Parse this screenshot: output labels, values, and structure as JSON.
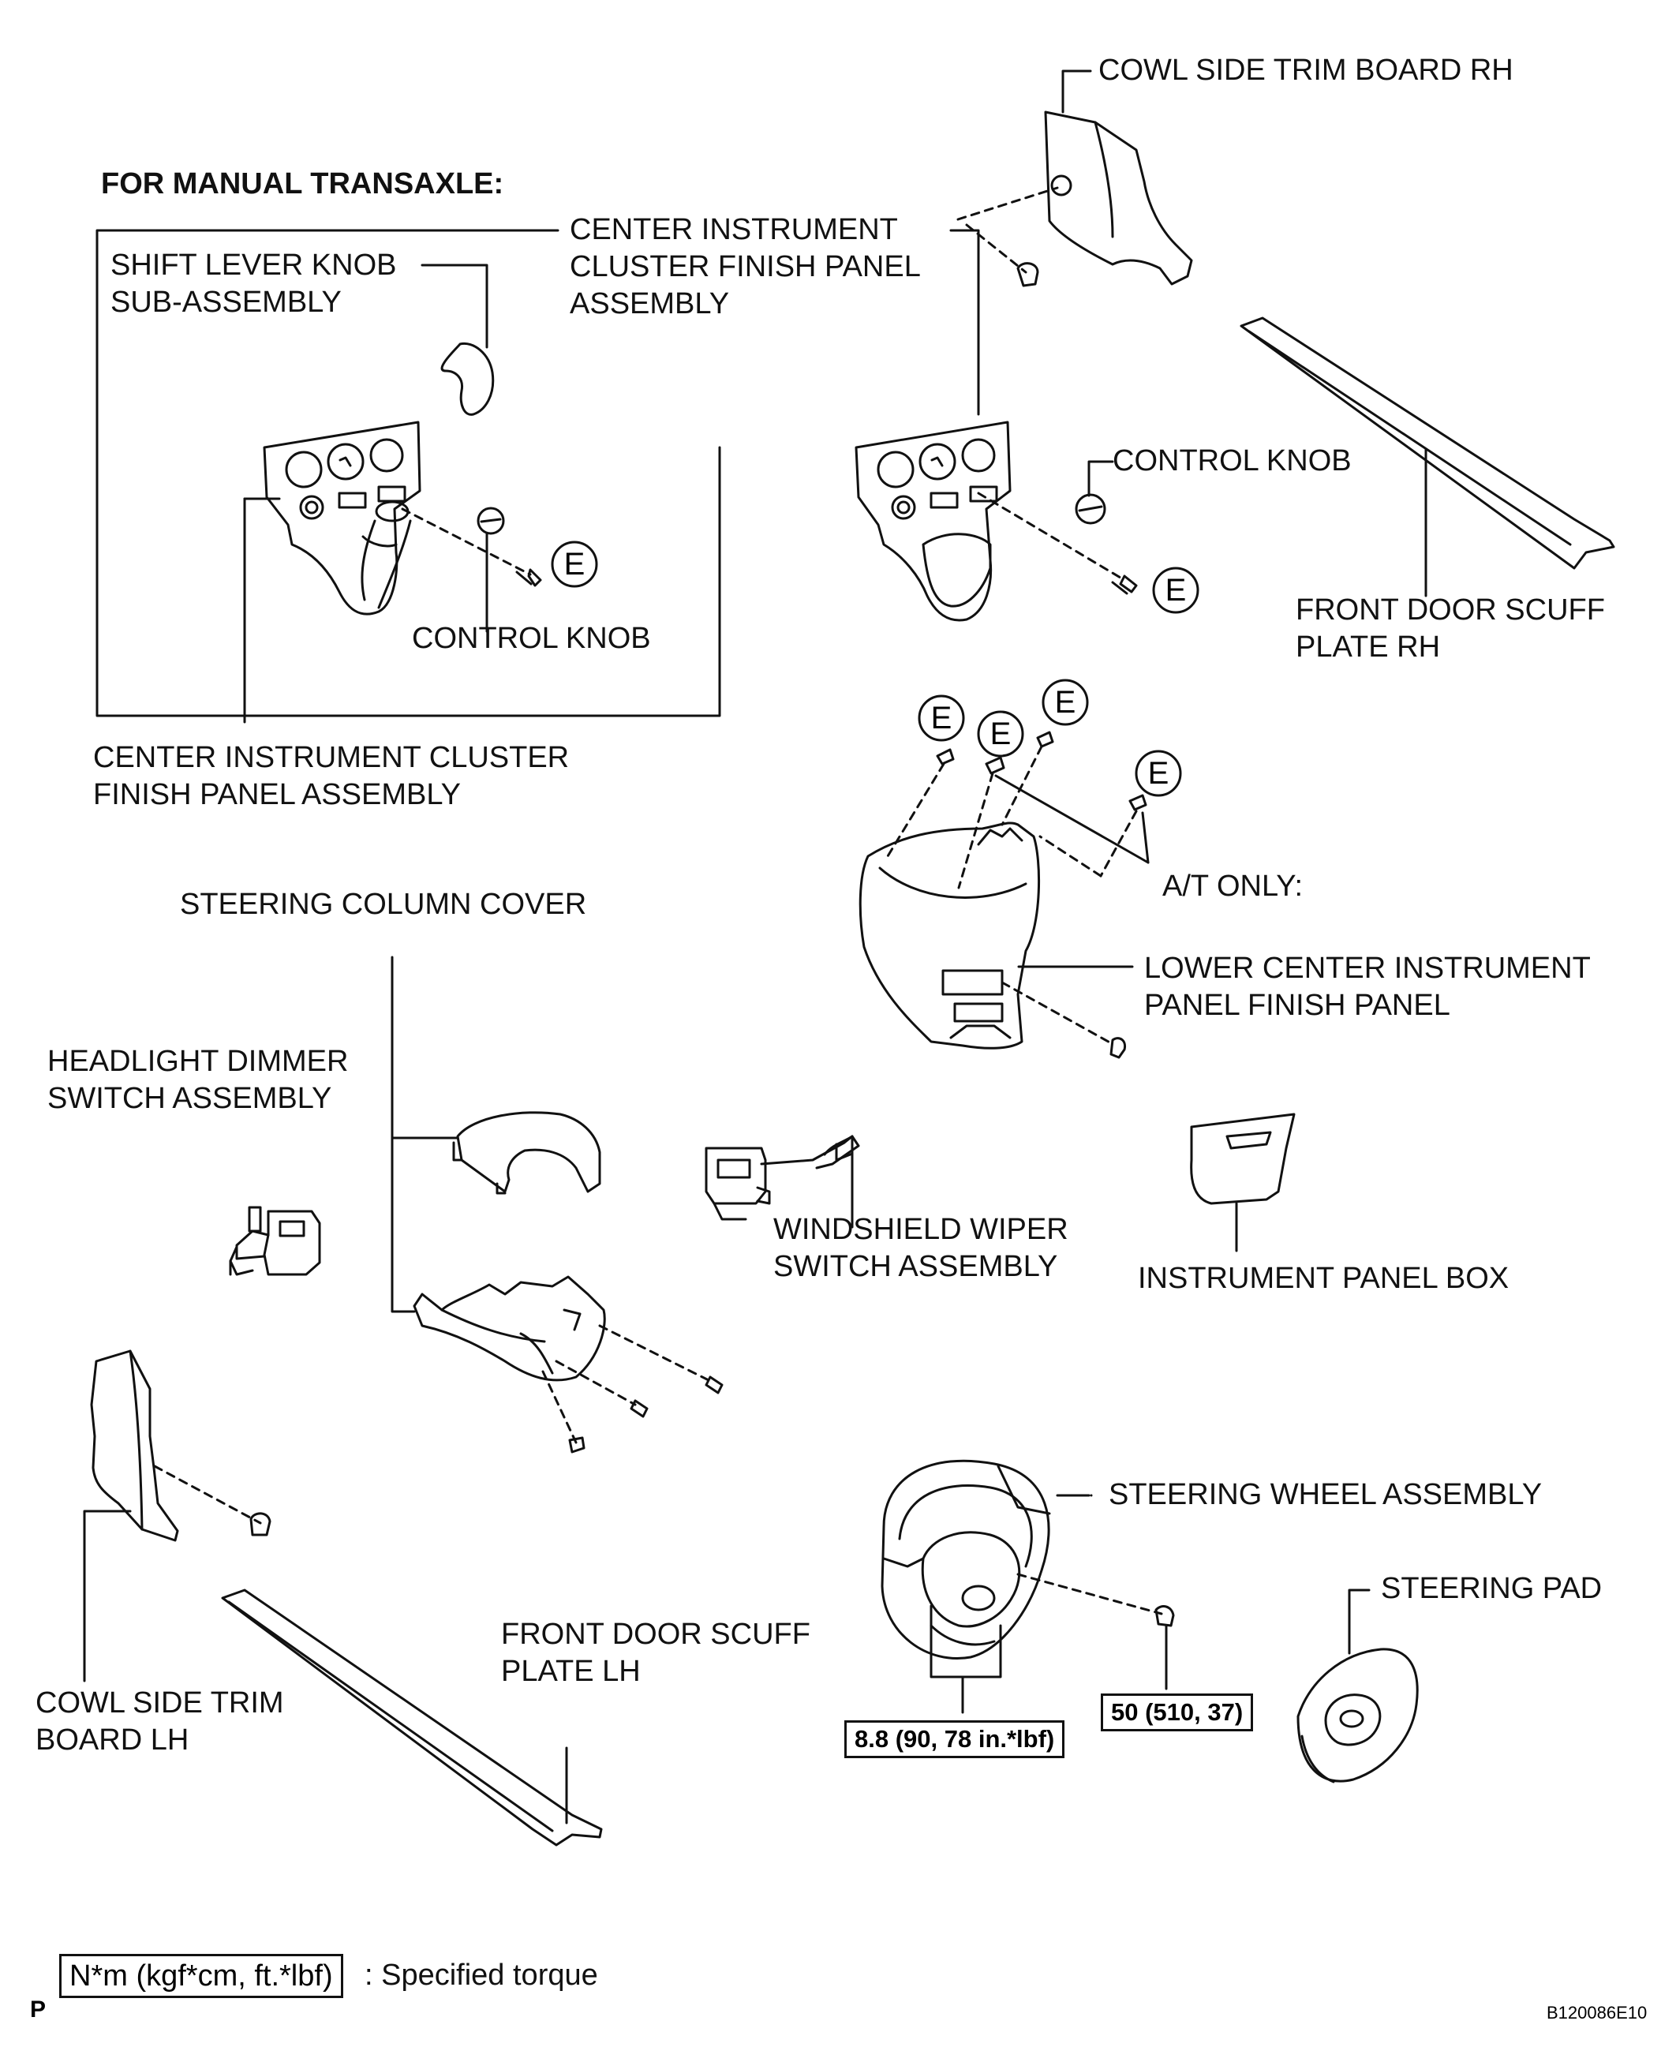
{
  "heading_manual": "FOR MANUAL TRANSAXLE:",
  "labels": {
    "cowl_side_rh": "COWL SIDE TRIM BOARD RH",
    "center_panel_top_1": "CENTER INSTRUMENT",
    "center_panel_top_2": "CLUSTER FINISH PANEL",
    "center_panel_top_3": "ASSEMBLY",
    "shift_knob_1": "SHIFT LEVER KNOB",
    "shift_knob_2": "SUB-ASSEMBLY",
    "control_knob_right": "CONTROL KNOB",
    "control_knob_left": "CONTROL KNOB",
    "scuff_rh_1": "FRONT DOOR SCUFF",
    "scuff_rh_2": "PLATE RH",
    "center_panel_mt_1": "CENTER INSTRUMENT CLUSTER",
    "center_panel_mt_2": "FINISH PANEL ASSEMBLY",
    "at_only": "A/T ONLY:",
    "steering_column_cover": "STEERING COLUMN COVER",
    "lower_center_1": "LOWER CENTER INSTRUMENT",
    "lower_center_2": "PANEL FINISH PANEL",
    "headlight_1": "HEADLIGHT DIMMER",
    "headlight_2": "SWITCH ASSEMBLY",
    "wiper_1": "WINDSHIELD WIPER",
    "wiper_2": "SWITCH ASSEMBLY",
    "instrument_box": "INSTRUMENT PANEL BOX",
    "steering_wheel": "STEERING WHEEL ASSEMBLY",
    "steering_pad": "STEERING PAD",
    "scuff_lh_1": "FRONT DOOR SCUFF",
    "scuff_lh_2": "PLATE LH",
    "cowl_lh_1": "COWL SIDE TRIM",
    "cowl_lh_2": "BOARD LH"
  },
  "torques": {
    "wheel_bolts": "8.8 (90, 78 in.*lbf)",
    "wheel_nut": "50 (510, 37)"
  },
  "clip_mark": "E",
  "legend": {
    "box_text": "N*m (kgf*cm, ft.*lbf)",
    "description": ": Specified torque"
  },
  "corner_mark": "P",
  "figure_code": "B120086E10"
}
